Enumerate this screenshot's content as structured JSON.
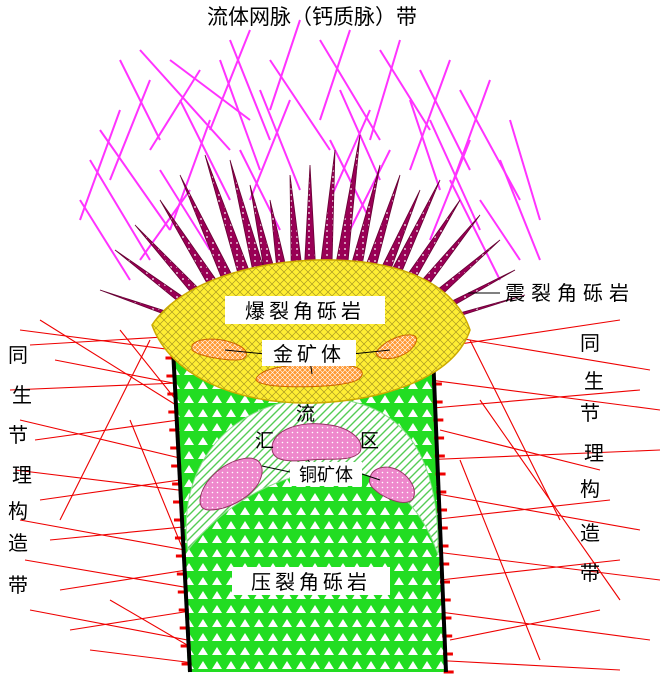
{
  "title": "流体网脉（钙质脉）带",
  "labels": {
    "seismic_breccia": "震裂角砾岩",
    "burst_breccia": "爆裂角砾岩",
    "gold_ore": "金矿体",
    "flow_char": "流",
    "confluence_char": "汇",
    "zone_char": "区",
    "copper_ore": "铜矿体",
    "pressure_breccia": "压裂角砾岩"
  },
  "left_label_chars": [
    "同",
    "生",
    "节",
    "理",
    "构",
    "造",
    "带"
  ],
  "right_label_chars": [
    "同",
    "生",
    "节",
    "理",
    "构",
    "造",
    "带"
  ],
  "colors": {
    "vein_magenta": "#ff33ff",
    "fracture_red": "#ee0000",
    "spike_maroon": "#990055",
    "breccia_green": "#22dd22",
    "burst_yellow": "#ffee33",
    "gold_orange": "#ff9933",
    "copper_pink": "#ee88cc",
    "flow_zone_green": "#aaeeaa"
  }
}
